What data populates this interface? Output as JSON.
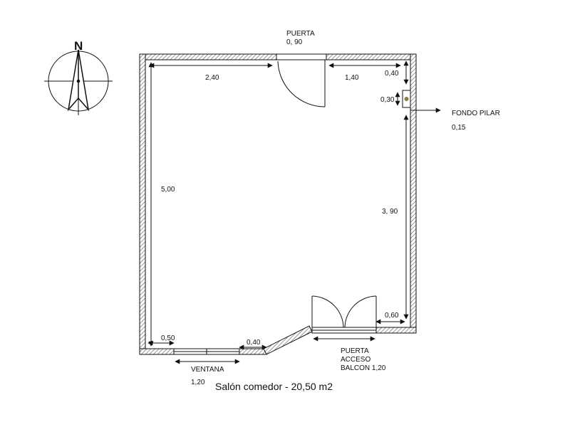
{
  "plan": {
    "title": "Salón comedor - 20,50 m2",
    "north": "N",
    "colors": {
      "line": "#111111",
      "wall_hatch": "#555555",
      "pillar": "#8a7a50"
    },
    "labels": {
      "door_top": "PUERTA",
      "door_top_width": "0, 90",
      "pillar_label": "FONDO PILAR",
      "pillar_value": "0,15",
      "window": "VENTANA",
      "window_width": "1,20",
      "balcony_line1": "PUERTA",
      "balcony_line2": "ACCESO",
      "balcony_line3": "BALCON 1,20"
    },
    "dimensions": {
      "top_left": "2,40",
      "top_right": "1,40",
      "right_top": "0,40",
      "pillar": "0,30",
      "left_side": "5,00",
      "right_side": "3, 90",
      "bottom_right": "0,60",
      "bottom_left": "0,50",
      "bottom_mid": "0,40"
    }
  }
}
